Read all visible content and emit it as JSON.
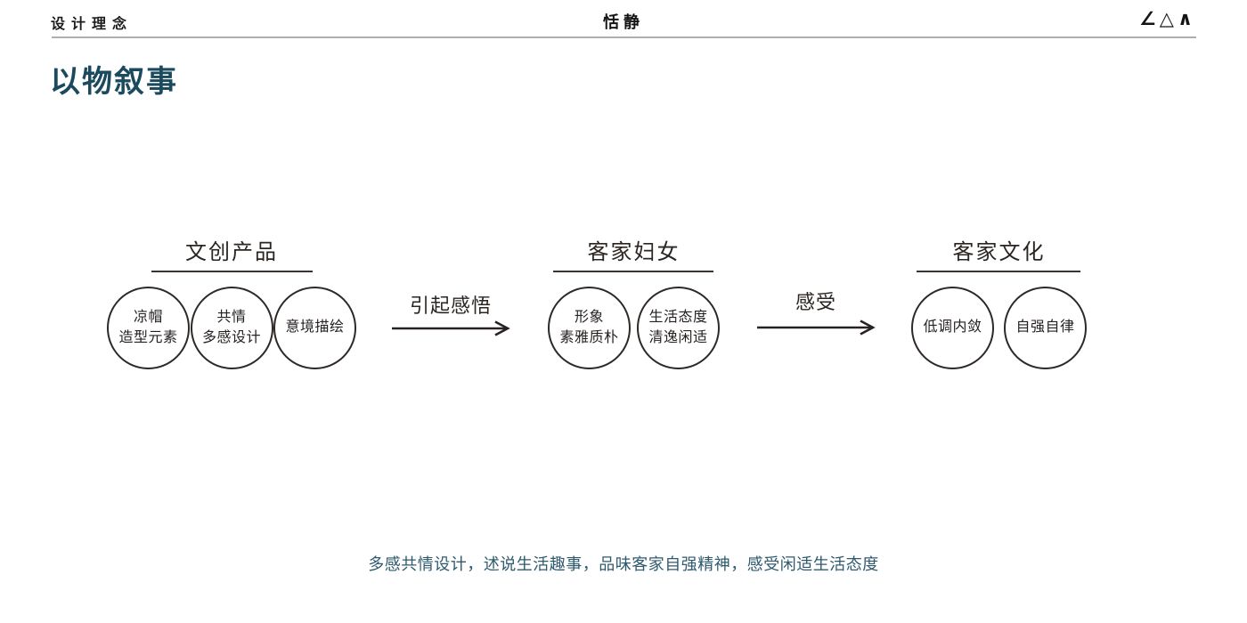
{
  "header": {
    "section": "设计理念",
    "keyword": "恬静",
    "logo": "∠△∧"
  },
  "title": "以物叙事",
  "diagram": {
    "groups": [
      {
        "label": "文创产品",
        "circles": [
          "凉帽\n造型元素",
          "共情\n多感设计",
          "意境描绘"
        ]
      },
      {
        "label": "客家妇女",
        "circles": [
          "形象\n素雅质朴",
          "生活态度\n清逸闲适"
        ]
      },
      {
        "label": "客家文化",
        "circles": [
          "低调内敛",
          "自强自律"
        ]
      }
    ],
    "arrows": [
      {
        "label": "引起感悟"
      },
      {
        "label": "感受"
      }
    ]
  },
  "caption": "多感共情设计，述说生活趣事，品味客家自强精神，感受闲适生活态度",
  "colors": {
    "title": "#1b4a5e",
    "caption": "#2e5a6e",
    "ink": "#272220",
    "divider": "#aeaeae"
  }
}
